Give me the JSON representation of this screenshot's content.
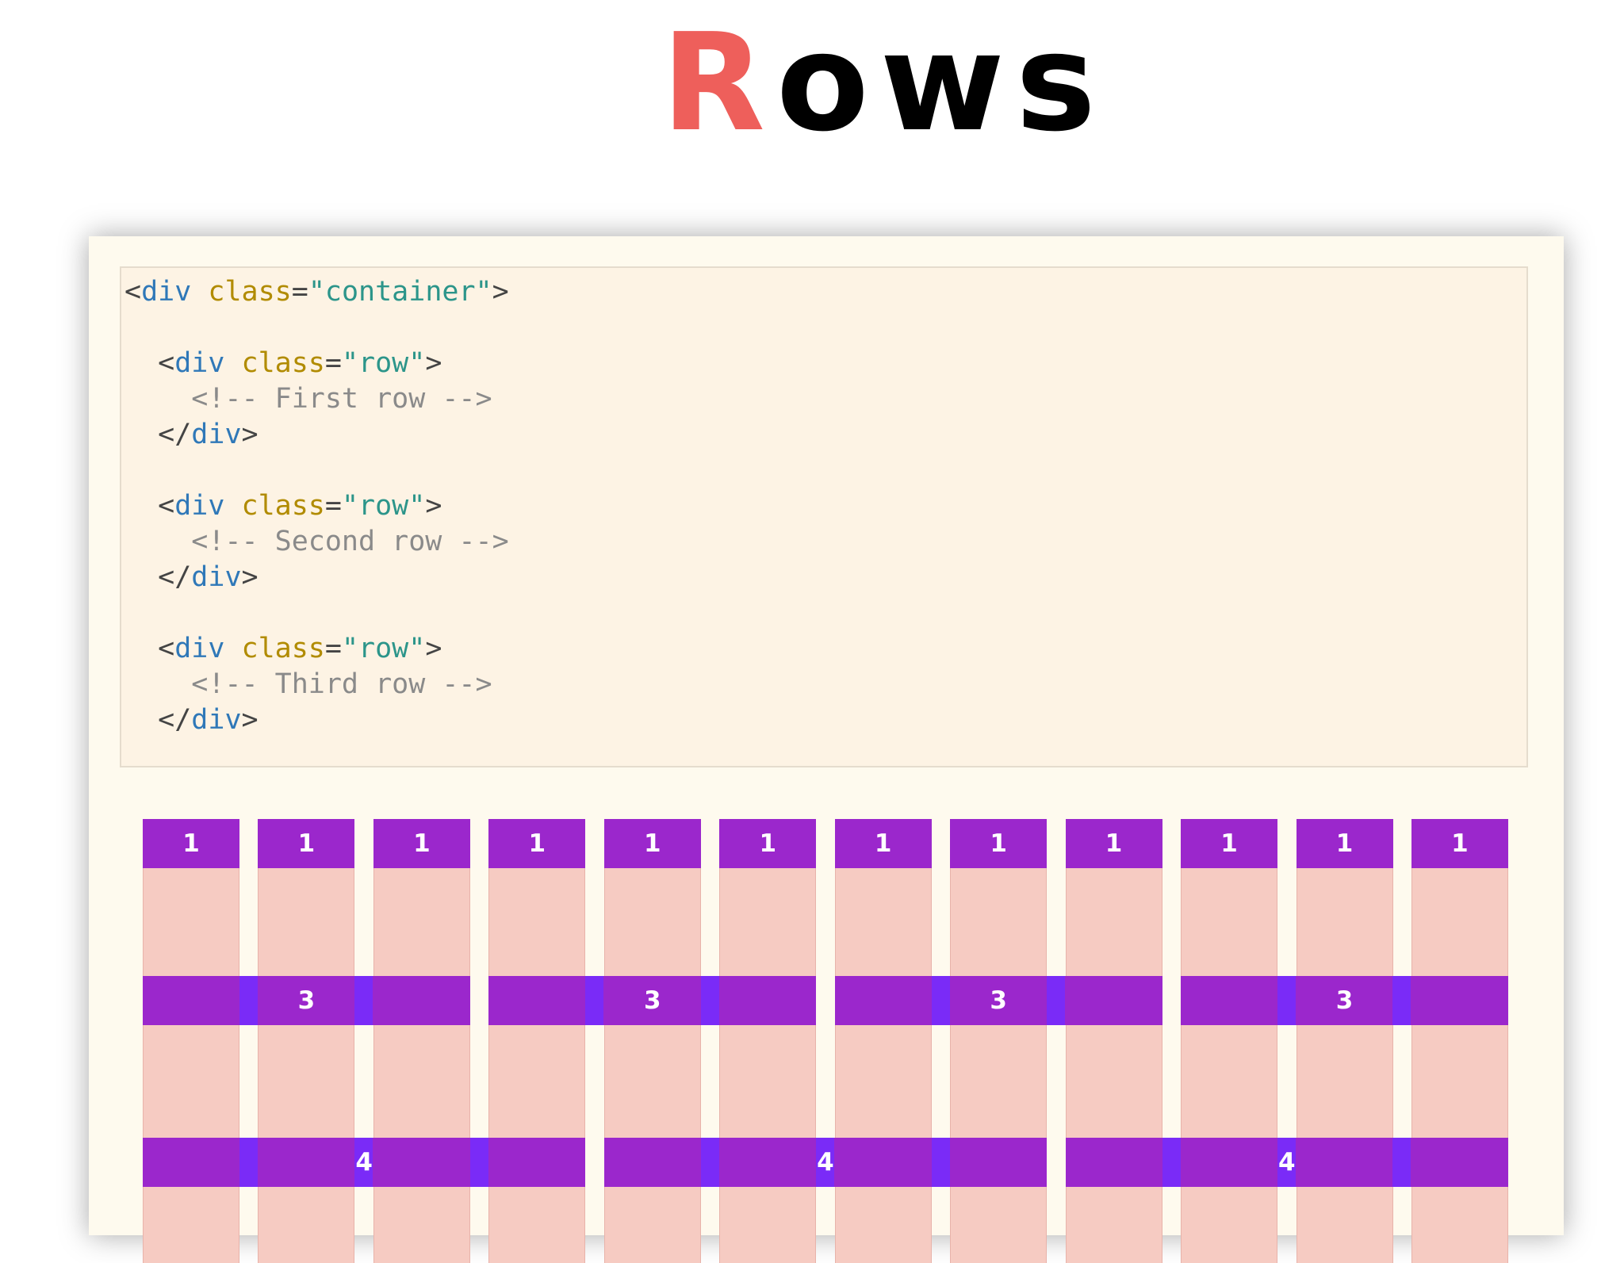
{
  "title": {
    "first_letter": "R",
    "rest": "ows"
  },
  "code_lines": [
    [
      {
        "t": "<",
        "c": "punc"
      },
      {
        "t": "div",
        "c": "tag"
      },
      {
        "t": " ",
        "c": "punc"
      },
      {
        "t": "class",
        "c": "attr"
      },
      {
        "t": "=",
        "c": "punc"
      },
      {
        "t": "\"container\"",
        "c": "val"
      },
      {
        "t": ">",
        "c": "punc"
      }
    ],
    [],
    [
      {
        "t": "  <",
        "c": "punc"
      },
      {
        "t": "div",
        "c": "tag"
      },
      {
        "t": " ",
        "c": "punc"
      },
      {
        "t": "class",
        "c": "attr"
      },
      {
        "t": "=",
        "c": "punc"
      },
      {
        "t": "\"row\"",
        "c": "val"
      },
      {
        "t": ">",
        "c": "punc"
      }
    ],
    [
      {
        "t": "    <!-- First row -->",
        "c": "comment"
      }
    ],
    [
      {
        "t": "  </",
        "c": "punc"
      },
      {
        "t": "div",
        "c": "tag"
      },
      {
        "t": ">",
        "c": "punc"
      }
    ],
    [],
    [
      {
        "t": "  <",
        "c": "punc"
      },
      {
        "t": "div",
        "c": "tag"
      },
      {
        "t": " ",
        "c": "punc"
      },
      {
        "t": "class",
        "c": "attr"
      },
      {
        "t": "=",
        "c": "punc"
      },
      {
        "t": "\"row\"",
        "c": "val"
      },
      {
        "t": ">",
        "c": "punc"
      }
    ],
    [
      {
        "t": "    <!-- Second row -->",
        "c": "comment"
      }
    ],
    [
      {
        "t": "  </",
        "c": "punc"
      },
      {
        "t": "div",
        "c": "tag"
      },
      {
        "t": ">",
        "c": "punc"
      }
    ],
    [],
    [
      {
        "t": "  <",
        "c": "punc"
      },
      {
        "t": "div",
        "c": "tag"
      },
      {
        "t": " ",
        "c": "punc"
      },
      {
        "t": "class",
        "c": "attr"
      },
      {
        "t": "=",
        "c": "punc"
      },
      {
        "t": "\"row\"",
        "c": "val"
      },
      {
        "t": ">",
        "c": "punc"
      }
    ],
    [
      {
        "t": "    <!-- Third row -->",
        "c": "comment"
      }
    ],
    [
      {
        "t": "  </",
        "c": "punc"
      },
      {
        "t": "div",
        "c": "tag"
      },
      {
        "t": ">",
        "c": "punc"
      }
    ]
  ],
  "grid": {
    "total_columns": 12,
    "rows": [
      {
        "span": 1,
        "labels": [
          "1",
          "1",
          "1",
          "1",
          "1",
          "1",
          "1",
          "1",
          "1",
          "1",
          "1",
          "1"
        ]
      },
      {
        "span": 3,
        "labels": [
          "3",
          "3",
          "3",
          "3"
        ]
      },
      {
        "span": 4,
        "labels": [
          "4",
          "4",
          "4"
        ]
      }
    ]
  },
  "colors": {
    "accent": "#ee5f5b",
    "column_fill": "#f6cbc2",
    "cell_fill": "#9b27cc",
    "gutter_fill": "#7a2bf7"
  }
}
